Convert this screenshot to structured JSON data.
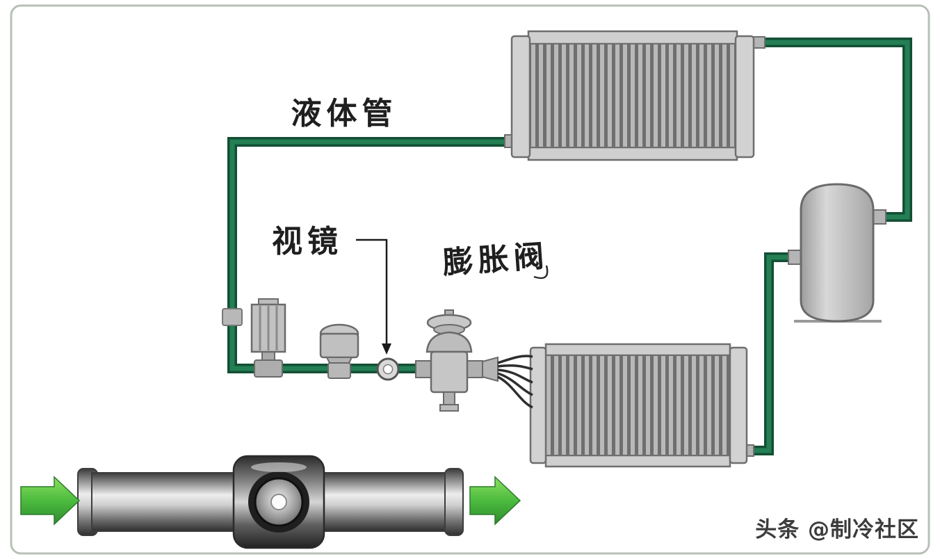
{
  "diagram": {
    "title_hint": "refrigeration-cycle-diagram",
    "labels": {
      "liquid_pipe": "液体管",
      "sight_glass": "视镜",
      "expansion_valve": "膨胀阀"
    },
    "watermark": "头条 @制冷社区",
    "components": {
      "condenser": "condenser-coil",
      "evaporator": "evaporator-coil",
      "receiver_tank": "receiver-tank",
      "solenoid_valve": "solenoid-valve",
      "filter_drier": "filter-drier",
      "sight_glass": "sight-glass",
      "expansion_valve": "expansion-valve",
      "distributor": "distributor",
      "sight_glass_photo": "sight-glass-photo",
      "flow_arrows": "flow-direction-arrows"
    },
    "colors": {
      "pipe_green": "#1c6b46",
      "pipe_green_dark": "#134f35",
      "pipe_green_light": "#247f54",
      "component_gray": "#c6c6c6",
      "component_gray_dark": "#6e6e6e",
      "fin_dark": "#6f6f6f",
      "arrow_green": "#3fae3c",
      "arrow_green_light": "#7ed957",
      "label_color": "#1f1f1f",
      "watermark_color": "#3c3c3c",
      "border_color": "#b7c0b7"
    }
  }
}
